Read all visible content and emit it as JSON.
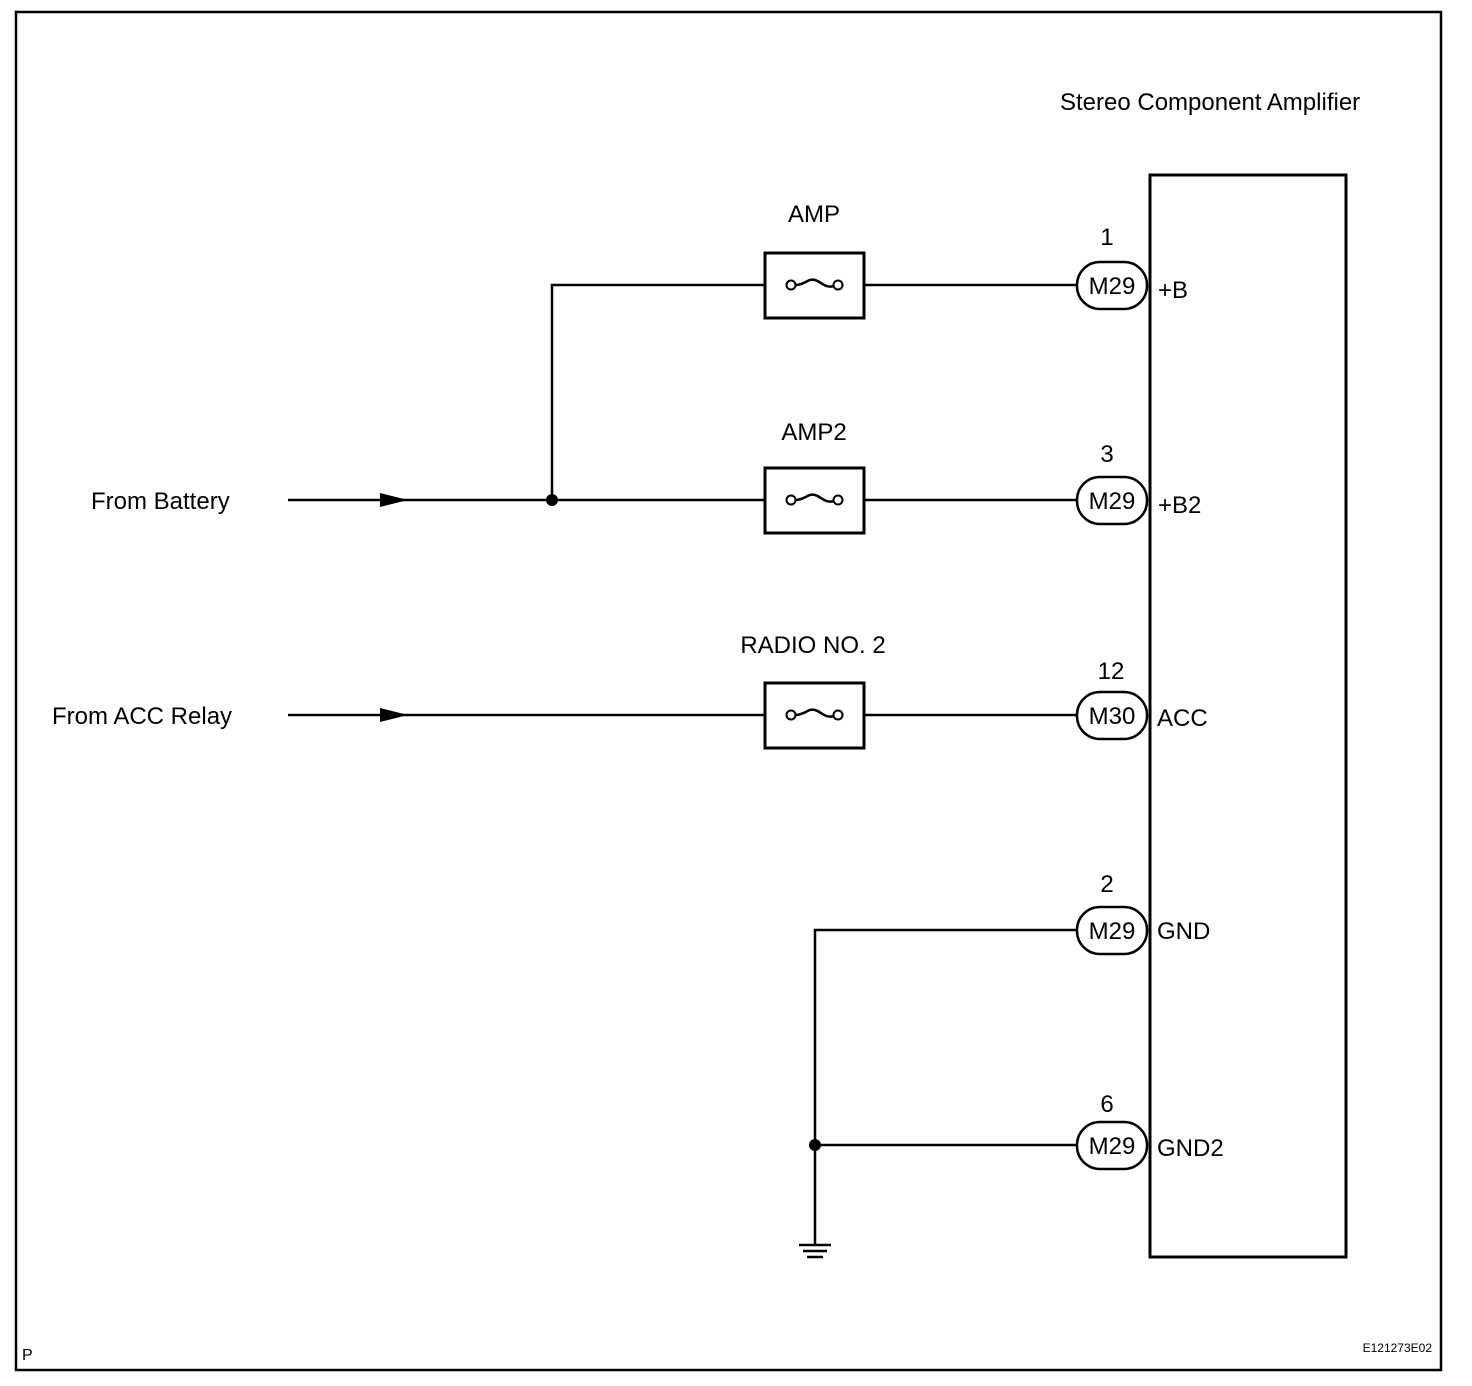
{
  "component": {
    "title": "Stereo Component Amplifier"
  },
  "sources": {
    "battery": "From Battery",
    "acc_relay": "From ACC Relay"
  },
  "fuses": {
    "amp": "AMP",
    "amp2": "AMP2",
    "radio2": "RADIO NO. 2"
  },
  "terminals": [
    {
      "pin": "1",
      "connector": "M29",
      "name": "+B"
    },
    {
      "pin": "3",
      "connector": "M29",
      "name": "+B2"
    },
    {
      "pin": "12",
      "connector": "M30",
      "name": "ACC"
    },
    {
      "pin": "2",
      "connector": "M29",
      "name": "GND"
    },
    {
      "pin": "6",
      "connector": "M29",
      "name": "GND2"
    }
  ],
  "footer": {
    "section_code": "P",
    "figure_id": "E121273E02"
  }
}
